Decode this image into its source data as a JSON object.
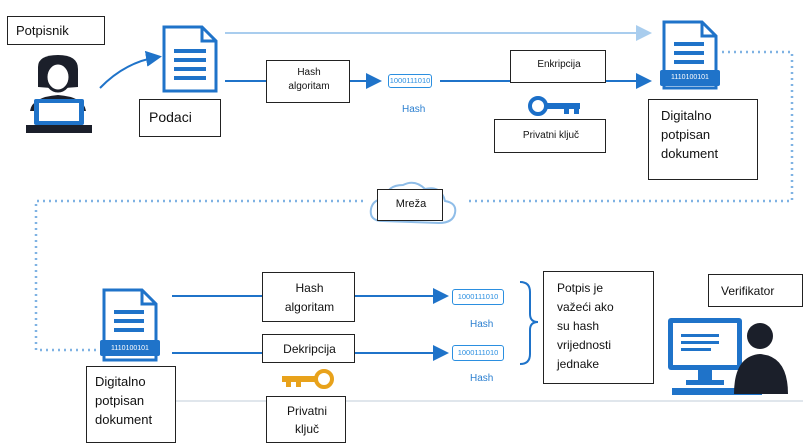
{
  "signer": {
    "label": "Potpisnik"
  },
  "verifier": {
    "label": "Verifikator"
  },
  "data_doc": {
    "label": "Podaci"
  },
  "top_hash_algo": {
    "label": "Hash\nalgoritam"
  },
  "top_hash": {
    "chip": "1000111010",
    "label": "Hash"
  },
  "encryption": {
    "label": "Enkripcija"
  },
  "private_key_top": {
    "label": "Privatni ključ"
  },
  "signed_doc_top": {
    "label": "Digitalno\npotpisan\ndokument",
    "chip": "1110100101"
  },
  "network": {
    "label": "Mreža"
  },
  "signed_doc_bottom": {
    "label": "Digitalno\npotpisan\ndokument",
    "chip": "1110100101"
  },
  "bottom_hash_algo": {
    "label": "Hash\nalgoritam"
  },
  "decryption": {
    "label": "Dekripcija"
  },
  "private_key_bottom": {
    "label": "Privatni\nključ"
  },
  "hash_1": {
    "chip": "1000111010",
    "label": "Hash"
  },
  "hash_2": {
    "chip": "1000111010",
    "label": "Hash"
  },
  "result": {
    "label": "Potpis je\nvažeći ako\nsu hash\nvrijednosti\njednake"
  },
  "colors": {
    "accent_blue": "#1f73c9",
    "light_blue": "#a9cdee",
    "key_blue": "#1b6fc8",
    "key_gold": "#e8a21b"
  }
}
